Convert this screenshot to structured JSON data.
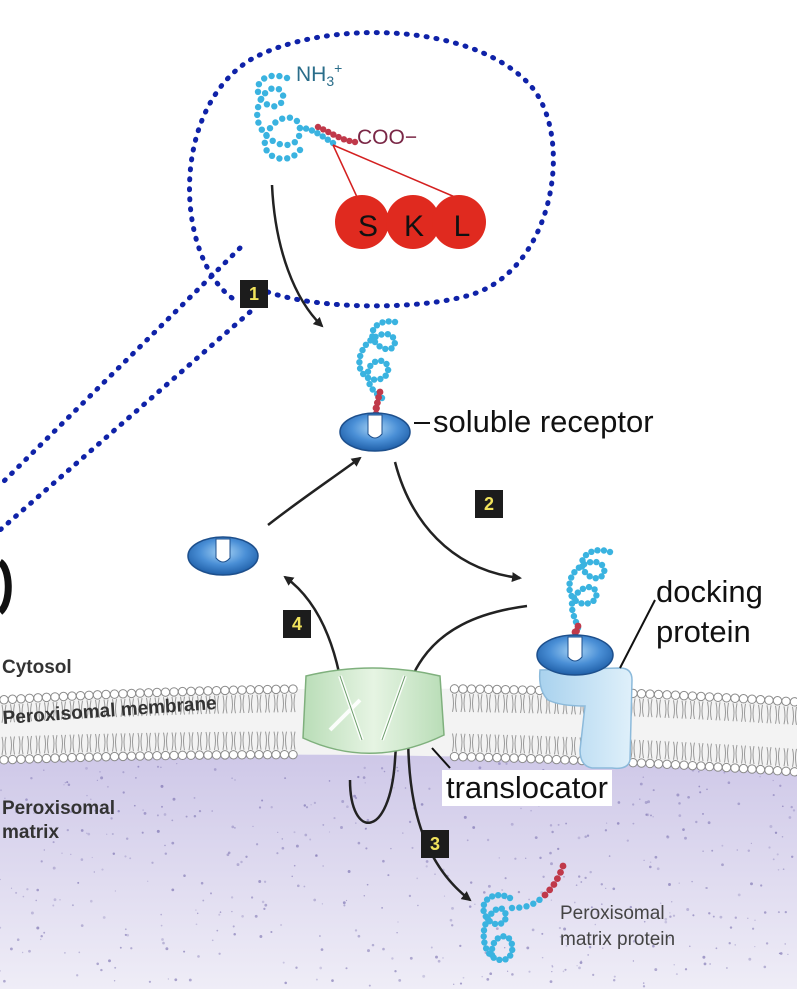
{
  "labels": {
    "nh3": "NH",
    "nh3_sub": "3",
    "nh3_sup": "+",
    "coo": "COO−",
    "skl": [
      "S",
      "K",
      "L"
    ],
    "soluble_receptor": "soluble receptor",
    "docking_protein": [
      "docking",
      "protein"
    ],
    "cytosol": "Cytosol",
    "peroxisomal_membrane": "Peroxisomal membrane",
    "peroxisomal_matrix": [
      "Peroxisomal",
      "matrix"
    ],
    "translocator": "translocator",
    "matrix_protein": [
      "Peroxisomal",
      "matrix protein"
    ]
  },
  "steps": [
    "1",
    "2",
    "3",
    "4"
  ],
  "colors": {
    "bead": "#3ab3e0",
    "signal_bead": "#c0394a",
    "skl_circle": "#e02a1f",
    "dotted_outline": "#0f22a8",
    "receptor": "#3f86d4",
    "translocator": "#cfe9cf",
    "docking": "#bfe0f2",
    "matrix": "#d9d5ec"
  }
}
